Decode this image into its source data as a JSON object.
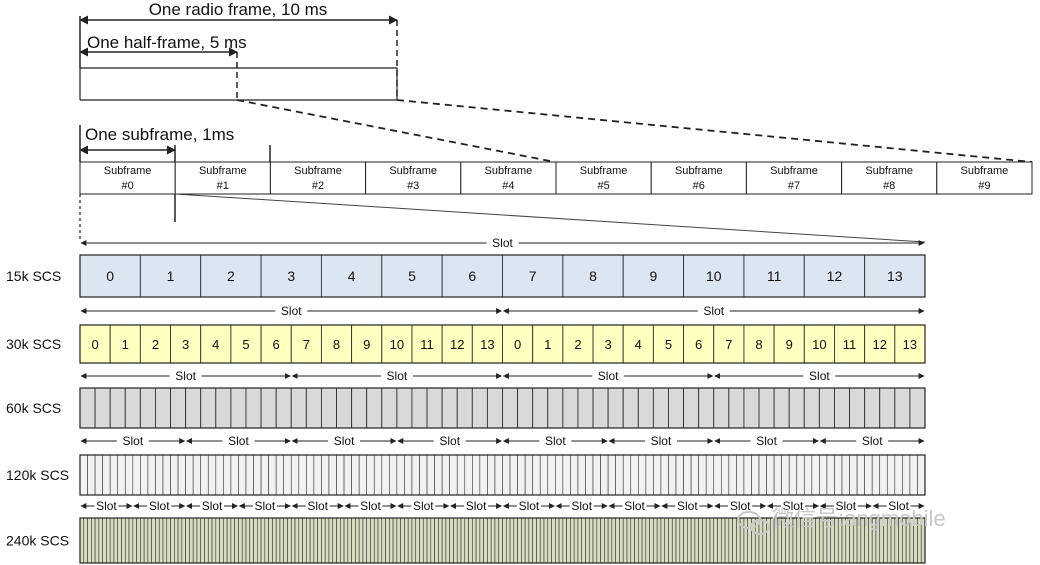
{
  "annotations": {
    "radio_frame": "One radio frame, 10 ms",
    "half_frame": "One half-frame, 5 ms",
    "subframe": "One subframe, 1ms"
  },
  "subframes": [
    {
      "name": "Subframe",
      "num": "#0"
    },
    {
      "name": "Subframe",
      "num": "#1"
    },
    {
      "name": "Subframe",
      "num": "#2"
    },
    {
      "name": "Subframe",
      "num": "#3"
    },
    {
      "name": "Subframe",
      "num": "#4"
    },
    {
      "name": "Subframe",
      "num": "#5"
    },
    {
      "name": "Subframe",
      "num": "#6"
    },
    {
      "name": "Subframe",
      "num": "#7"
    },
    {
      "name": "Subframe",
      "num": "#8"
    },
    {
      "name": "Subframe",
      "num": "#9"
    }
  ],
  "slot_label": "Slot",
  "symbols_per_slot": 14,
  "scs_rows": [
    {
      "label": "15k SCS",
      "slots": 1,
      "numbered": true,
      "fill": "#dce6f1"
    },
    {
      "label": "30k SCS",
      "slots": 2,
      "numbered": true,
      "fill": "#ffffc0"
    },
    {
      "label": "60k SCS",
      "slots": 4,
      "numbered": false,
      "fill": "#d9d9d9"
    },
    {
      "label": "120k SCS",
      "slots": 8,
      "numbered": false,
      "fill": "#f2f2f2"
    },
    {
      "label": "240k SCS",
      "slots": 16,
      "numbered": false,
      "fill": "#d8dcc0"
    }
  ],
  "watermark": "微信号:angmobile",
  "colors": {
    "line": "#222222",
    "text": "#111111"
  }
}
